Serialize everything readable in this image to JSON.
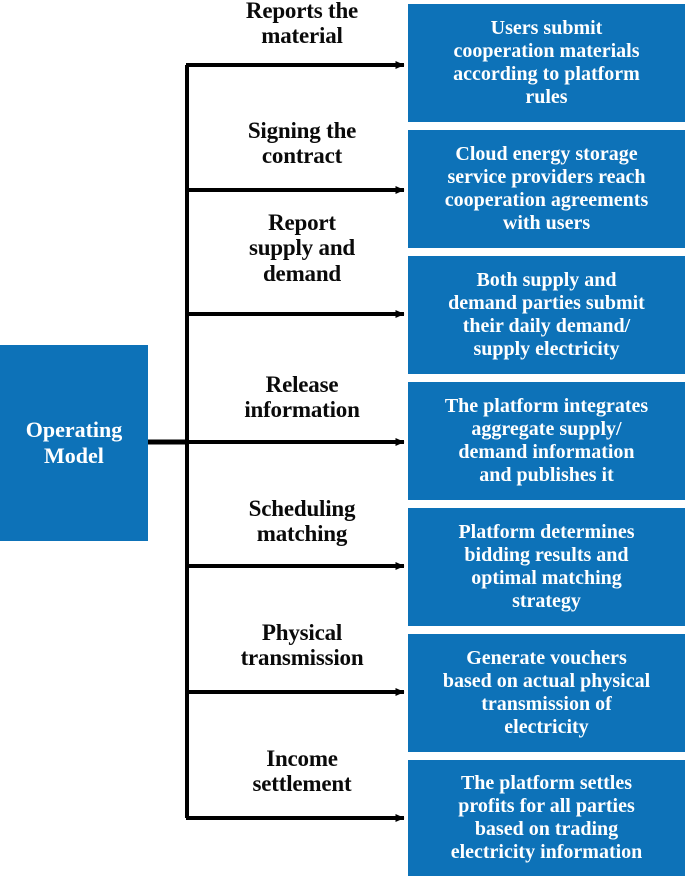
{
  "diagram": {
    "title": "Operating Model",
    "root": {
      "label": "Operating\nModel"
    },
    "colors": {
      "box_fill": "#0D72B8",
      "box_text": "#FFFFFF",
      "label_text": "#0A0A0A",
      "connector": "#000000",
      "background": "#FFFFFF"
    },
    "stages": [
      {
        "label": "Reports the\nmaterial",
        "description": "Users submit\ncooperation materials\naccording to platform\nrules"
      },
      {
        "label": "Signing the\ncontract",
        "description": "Cloud energy storage\nservice providers reach\ncooperation agreements\nwith users"
      },
      {
        "label": "Report\nsupply and\ndemand",
        "description": "Both supply and\ndemand parties submit\ntheir daily demand/\nsupply electricity"
      },
      {
        "label": "Release\ninformation",
        "description": "The platform integrates\naggregate supply/\ndemand information\nand publishes it"
      },
      {
        "label": "Scheduling\nmatching",
        "description": "Platform determines\nbidding results and\noptimal matching\nstrategy"
      },
      {
        "label": "Physical\ntransmission",
        "description": "Generate vouchers\nbased on actual physical\ntransmission of\nelectricity"
      },
      {
        "label": "Income\nsettlement",
        "description": "The platform settles\nprofits for all parties\nbased on trading\nelectricity information"
      }
    ]
  }
}
